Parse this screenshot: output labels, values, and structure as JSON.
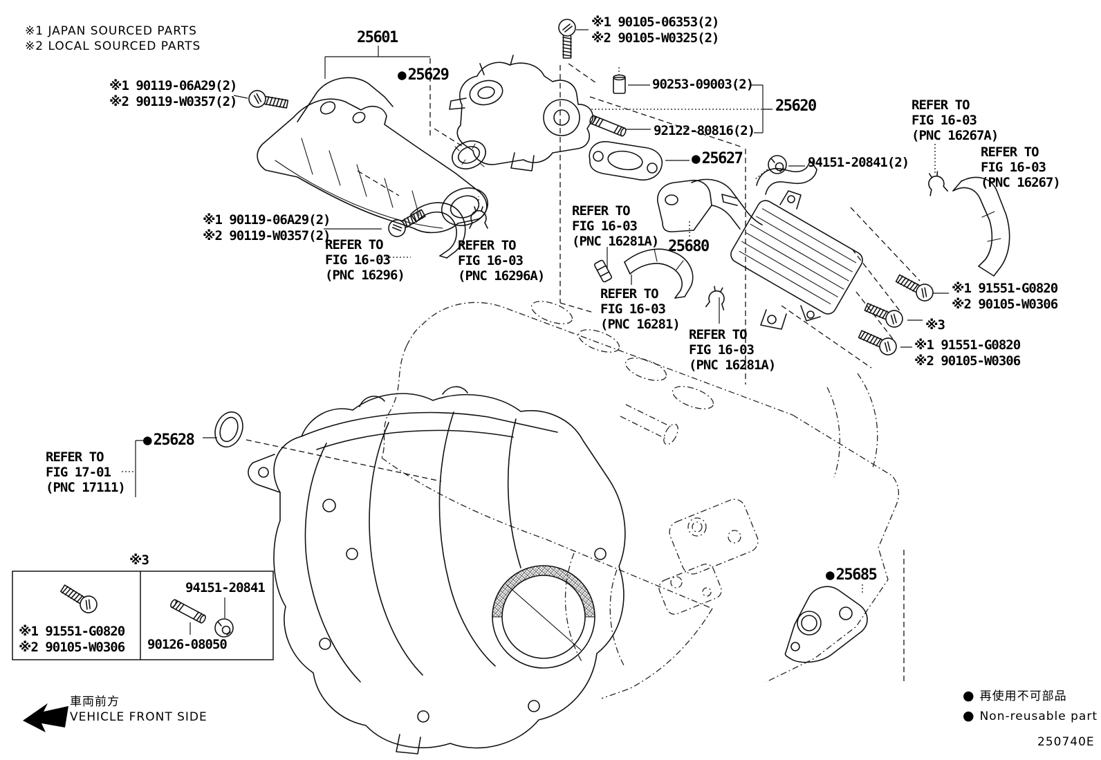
{
  "header_notes": {
    "line1": "※1  JAPAN SOURCED PARTS",
    "line2": "※2  LOCAL SOURCED PARTS"
  },
  "glyphs": {
    "bullet": "●"
  },
  "callouts": {
    "c25601": "25601",
    "c25629": "25629",
    "c25620": "25620",
    "c25627": "25627",
    "c25628": "25628",
    "c25680": "25680",
    "c25685": "25685",
    "c90253": "90253-09003(2)",
    "c92122": "92122-80816(2)",
    "c94151_qty2": "94151-20841(2)",
    "c94151": "94151-20841",
    "c90126": "90126-08050",
    "star3_right": "※3",
    "star3_box": "※3",
    "b90105_top": {
      "l1": "※1 90105-06353(2)",
      "l2": "※2 90105-W0325(2)"
    },
    "b90119_upper": {
      "l1": "※1 90119-06A29(2)",
      "l2": "※2 90119-W0357(2)"
    },
    "b90119_lower": {
      "l1": "※1 90119-06A29(2)",
      "l2": "※2 90119-W0357(2)"
    },
    "b91551_upper": {
      "l1": "※1 91551-G0820",
      "l2": "※2 90105-W0306"
    },
    "b91551_lower": {
      "l1": "※1 91551-G0820",
      "l2": "※2 90105-W0306"
    },
    "b91551_box": {
      "l1": "※1 91551-G0820",
      "l2": "※2 90105-W0306"
    }
  },
  "refs": {
    "pnc16267a": {
      "l1": "REFER TO",
      "l2": "FIG 16-03",
      "l3": "(PNC 16267A)"
    },
    "pnc16267": {
      "l1": "REFER TO",
      "l2": "FIG 16-03",
      "l3": "(PNC 16267)"
    },
    "pnc16296": {
      "l1": "REFER TO",
      "l2": "FIG 16-03",
      "l3": "(PNC 16296)"
    },
    "pnc16296a": {
      "l1": "REFER TO",
      "l2": "FIG 16-03",
      "l3": "(PNC 16296A)"
    },
    "pnc16281a_upper": {
      "l1": "REFER TO",
      "l2": "FIG 16-03",
      "l3": "(PNC 16281A)"
    },
    "pnc16281": {
      "l1": "REFER TO",
      "l2": "FIG 16-03",
      "l3": "(PNC 16281)"
    },
    "pnc16281a_lower": {
      "l1": "REFER TO",
      "l2": "FIG 16-03",
      "l3": "(PNC 16281A)"
    },
    "pnc17111": {
      "l1": "REFER TO",
      "l2": "FIG 17-01",
      "l3": "(PNC 17111)"
    }
  },
  "direction": {
    "jp": "車両前方",
    "en": "VEHICLE FRONT SIDE"
  },
  "legend": {
    "jp": "再使用不可部品",
    "en": "Non-reusable part"
  },
  "drawing_code": "250740E"
}
